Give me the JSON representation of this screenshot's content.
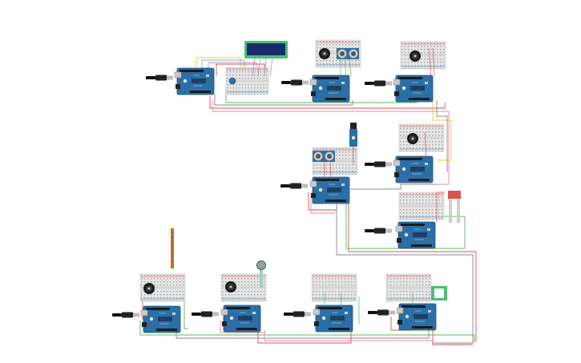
{
  "workspace": {
    "background": "#ffffff",
    "description_colors": {
      "arduino_blue": "#2b6fa6",
      "arduino_dark": "#1f4f7a",
      "breadboard": "#e9e9e9",
      "wire_red": "#d9534f",
      "wire_green": "#5cb85c",
      "wire_yellow": "#f0c93a",
      "wire_gray": "#888888",
      "wire_pink": "#e58ab0",
      "lcd_green": "#4bbf73",
      "lcd_screen": "#1a2b6b"
    }
  },
  "modules": [
    {
      "id": "m1",
      "components": [
        "arduino-uno",
        "breadboard",
        "lcd-16x2",
        "potentiometer",
        "usb-cable"
      ]
    },
    {
      "id": "m2",
      "components": [
        "arduino-uno",
        "breadboard",
        "ultrasonic-sensor",
        "buzzer",
        "usb-cable"
      ]
    },
    {
      "id": "m3",
      "components": [
        "arduino-uno",
        "breadboard",
        "buzzer",
        "usb-cable"
      ]
    },
    {
      "id": "m4",
      "components": [
        "arduino-uno",
        "breadboard",
        "ultrasonic-sensor",
        "tilt-sensor",
        "usb-cable"
      ]
    },
    {
      "id": "m5",
      "components": [
        "arduino-uno",
        "breadboard",
        "buzzer",
        "usb-cable"
      ]
    },
    {
      "id": "m6",
      "components": [
        "arduino-uno",
        "breadboard",
        "soil-moisture-sensor",
        "usb-cable"
      ]
    },
    {
      "id": "m7",
      "components": [
        "arduino-uno",
        "breadboard",
        "buzzer",
        "flex-sensor",
        "usb-cable"
      ]
    },
    {
      "id": "m8",
      "components": [
        "arduino-uno",
        "breadboard",
        "buzzer",
        "force-sensor",
        "usb-cable"
      ]
    },
    {
      "id": "m9",
      "components": [
        "arduino-uno",
        "breadboard",
        "usb-cable"
      ]
    },
    {
      "id": "m10",
      "components": [
        "arduino-uno",
        "breadboard",
        "pir-sensor",
        "usb-cable"
      ]
    }
  ]
}
